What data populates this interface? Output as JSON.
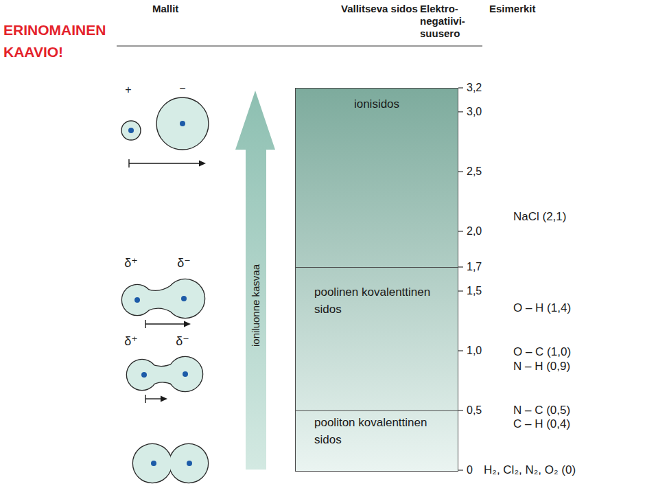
{
  "diagram": {
    "nodes": [
      {
        "text": [
          "ionisidos"
        ]
      },
      {
        "text": [
          "poolinen kovalenttinen sidos"
        ]
      },
      {
        "text": [
          "pooliton kovalenttinen sidos"
        ]
      }
    ],
    "labels": [
      "ERINOMAINEN KAAVIO!",
      "Mallit",
      "Vallitseva sidos",
      "Elektro- negatiivi- suusero",
      "Esimerkit",
      "ioniluonne kasvaa",
      "+",
      "−",
      "δ⁺",
      "δ⁻",
      "δ⁺",
      "δ⁻",
      "3,2",
      "3,0",
      "2,5",
      "2,0",
      "1,7",
      "1,5",
      "1,0",
      "0,5",
      "0",
      "NaCl (2,1)",
      "O – H (1,4)",
      "O – C (1,0)",
      "N – H (0,9)",
      "N – C (0,5)",
      "C – H (0,4)",
      "H₂, Cl₂, N₂, O₂ (0)"
    ]
  }
}
